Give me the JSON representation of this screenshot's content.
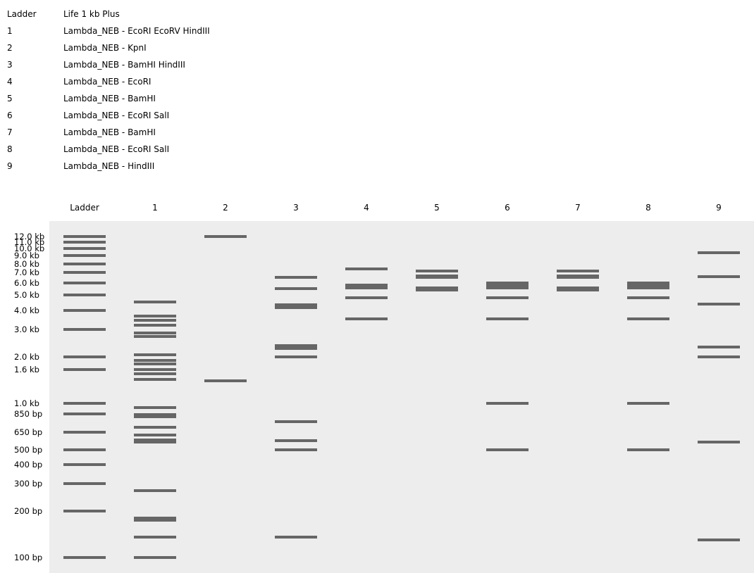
{
  "legend": [
    {
      "key": "Ladder",
      "desc": "Life 1 kb Plus"
    },
    {
      "key": "1",
      "desc": "Lambda_NEB - EcoRI EcoRV HindIII"
    },
    {
      "key": "2",
      "desc": "Lambda_NEB - KpnI"
    },
    {
      "key": "3",
      "desc": "Lambda_NEB - BamHI HindIII"
    },
    {
      "key": "4",
      "desc": "Lambda_NEB - EcoRI"
    },
    {
      "key": "5",
      "desc": "Lambda_NEB - BamHI"
    },
    {
      "key": "6",
      "desc": "Lambda_NEB - EcoRI SalI"
    },
    {
      "key": "7",
      "desc": "Lambda_NEB - BamHI"
    },
    {
      "key": "8",
      "desc": "Lambda_NEB - EcoRI SalI"
    },
    {
      "key": "9",
      "desc": "Lambda_NEB - HindIII"
    }
  ],
  "gel": {
    "lanes": [
      "Ladder",
      "1",
      "2",
      "3",
      "4",
      "5",
      "6",
      "7",
      "8",
      "9"
    ],
    "size_labels": [
      {
        "text": "12.0 kb",
        "bp": 12000
      },
      {
        "text": "11.0 kb",
        "bp": 11000
      },
      {
        "text": "10.0 kb",
        "bp": 10000
      },
      {
        "text": "9.0 kb",
        "bp": 9000
      },
      {
        "text": "8.0 kb",
        "bp": 8000
      },
      {
        "text": "7.0 kb",
        "bp": 7000
      },
      {
        "text": "6.0 kb",
        "bp": 6000
      },
      {
        "text": "5.0 kb",
        "bp": 5000
      },
      {
        "text": "4.0 kb",
        "bp": 4000
      },
      {
        "text": "3.0 kb",
        "bp": 3000
      },
      {
        "text": "2.0 kb",
        "bp": 2000
      },
      {
        "text": "1.6 kb",
        "bp": 1650
      },
      {
        "text": "1.0 kb",
        "bp": 1000
      },
      {
        "text": "850 bp",
        "bp": 850
      },
      {
        "text": "650 bp",
        "bp": 650
      },
      {
        "text": "500 bp",
        "bp": 500
      },
      {
        "text": "400 bp",
        "bp": 400
      },
      {
        "text": "300 bp",
        "bp": 300
      },
      {
        "text": "200 bp",
        "bp": 200
      },
      {
        "text": "100 bp",
        "bp": 100
      }
    ],
    "bands": [
      [
        12000,
        11000,
        10000,
        9000,
        8000,
        7000,
        6000,
        5000,
        4000,
        3000,
        2000,
        1650,
        1000,
        850,
        650,
        500,
        400,
        300,
        200,
        100
      ],
      [
        4500,
        3650,
        3450,
        3200,
        2850,
        2700,
        2050,
        1900,
        1800,
        1650,
        1550,
        1420,
        940,
        840,
        820,
        700,
        620,
        580,
        560,
        270,
        180,
        175,
        135,
        100
      ],
      [
        12000,
        1400
      ],
      [
        6500,
        5500,
        4350,
        4150,
        2350,
        2250,
        2000,
        760,
        570,
        500,
        135
      ],
      [
        7400,
        5800,
        5600,
        4800,
        3500
      ],
      [
        7200,
        6700,
        6500,
        5600,
        5400
      ],
      [
        6000,
        5800,
        5600,
        4800,
        3500,
        1000,
        500
      ],
      [
        7200,
        6700,
        6500,
        5600,
        5400
      ],
      [
        6000,
        5800,
        5600,
        4800,
        3500,
        1000,
        500
      ],
      [
        9400,
        6600,
        4400,
        2300,
        2000,
        560,
        130
      ]
    ]
  }
}
